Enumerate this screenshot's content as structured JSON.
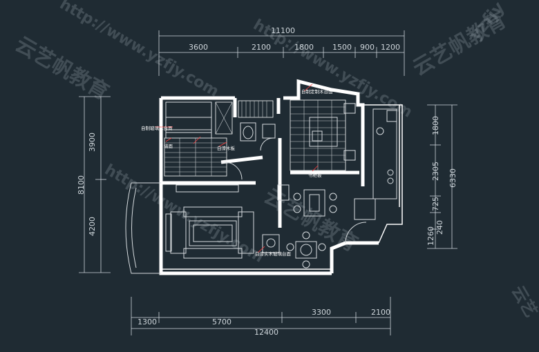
{
  "drawing": {
    "dimensions_top": {
      "total": "11100",
      "segments": [
        "3600",
        "2100",
        "1800",
        "1500",
        "900",
        "1200"
      ]
    },
    "dimensions_bottom": {
      "total": "12400",
      "segments": [
        "1300",
        "5700",
        "3300",
        "2100"
      ]
    },
    "dimensions_left": {
      "total": "8100",
      "segments": [
        "3900",
        "4200"
      ]
    },
    "dimensions_right": {
      "total": "6330",
      "segments": [
        "1800",
        "2305",
        "725",
        "1260",
        "240"
      ]
    },
    "room_labels": [
      "自制玻璃木台面",
      "墙面",
      "白漆木板",
      "自制定制木台面",
      "书柜板",
      "白漆实木玻璃台面"
    ],
    "watermarks": [
      "http://www.yzfjy.com",
      "云艺帆教育",
      "云艺帆教育",
      "http://www.yzfjy.com",
      "http://www.yzfjy.com",
      "云艺帆教育",
      "yzfjy",
      "云艺"
    ],
    "colors": {
      "background": "#1f2b33",
      "wall": "#ffffff",
      "furniture": "#d8dde0",
      "dimension_line": "#cfd6db",
      "leader": "#ff3b3b"
    }
  }
}
